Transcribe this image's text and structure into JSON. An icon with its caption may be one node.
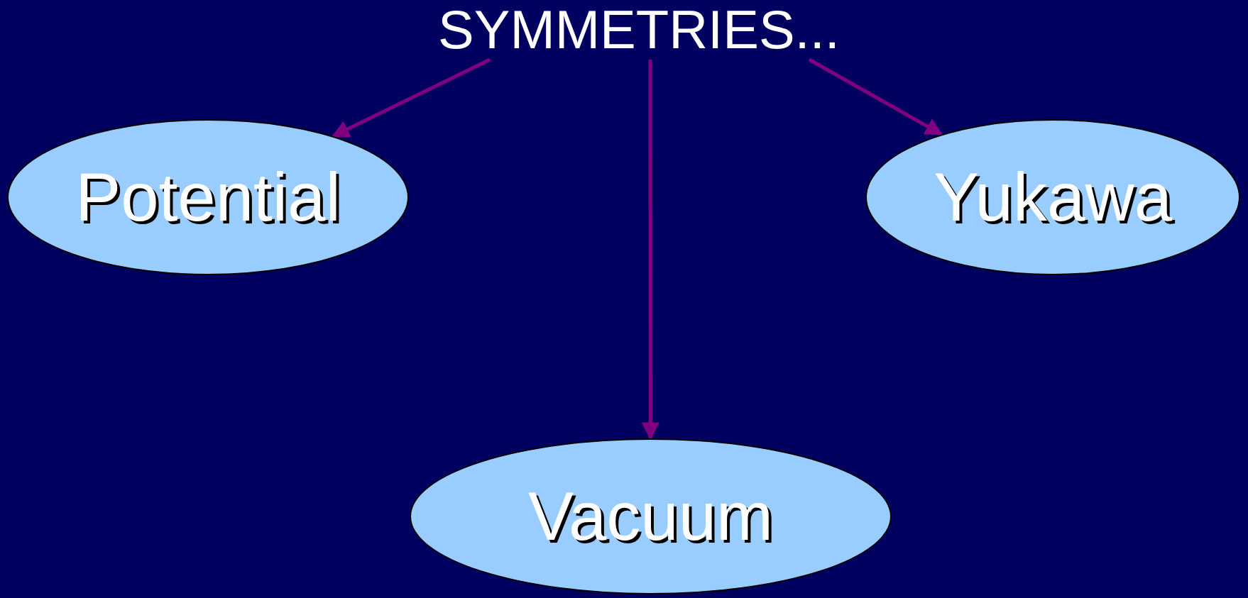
{
  "diagram": {
    "nodes": [
      {
        "text": [
          "SYMMETRIES..."
        ]
      },
      {
        "text": [
          "Potential"
        ]
      },
      {
        "text": [
          "Yukawa"
        ]
      },
      {
        "text": [
          "Vacuum"
        ]
      }
    ],
    "edges": [
      {
        "from": 0,
        "to": 1,
        "arrow": "to"
      },
      {
        "from": 0,
        "to": 3,
        "arrow": "to"
      },
      {
        "from": 0,
        "to": 2,
        "arrow": "to"
      }
    ]
  }
}
